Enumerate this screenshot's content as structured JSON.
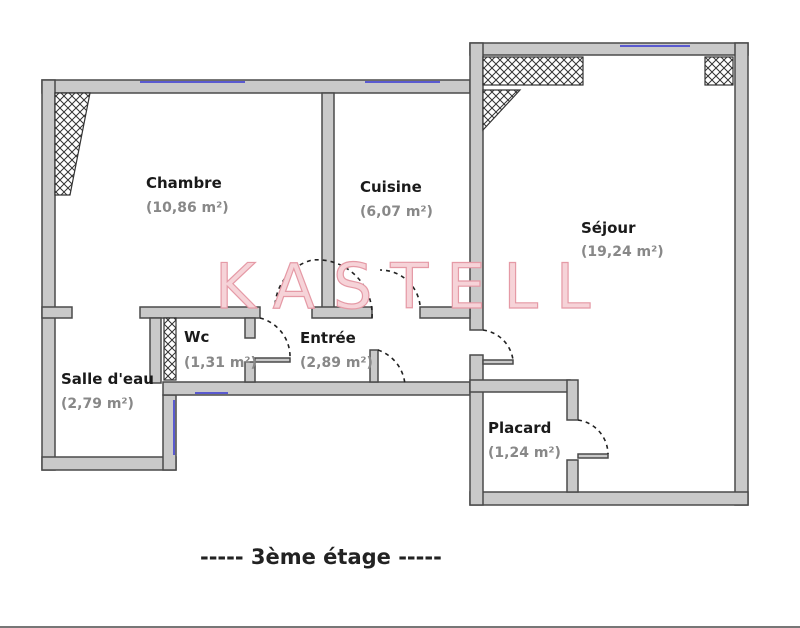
{
  "plan": {
    "watermark": "KASTELL",
    "floor_label": "----- 3ème étage -----",
    "rooms": [
      {
        "name": "Chambre",
        "area": "(10,86 m²)"
      },
      {
        "name": "Cuisine",
        "area": "(6,07 m²)"
      },
      {
        "name": "Séjour",
        "area": "(19,24 m²)"
      },
      {
        "name": "Wc",
        "area": "(1,31 m²)"
      },
      {
        "name": "Entrée",
        "area": "(2,89 m²)"
      },
      {
        "name": "Salle d'eau",
        "area": "(2,79 m²)"
      },
      {
        "name": "Placard",
        "area": "(1,24 m²)"
      }
    ]
  }
}
